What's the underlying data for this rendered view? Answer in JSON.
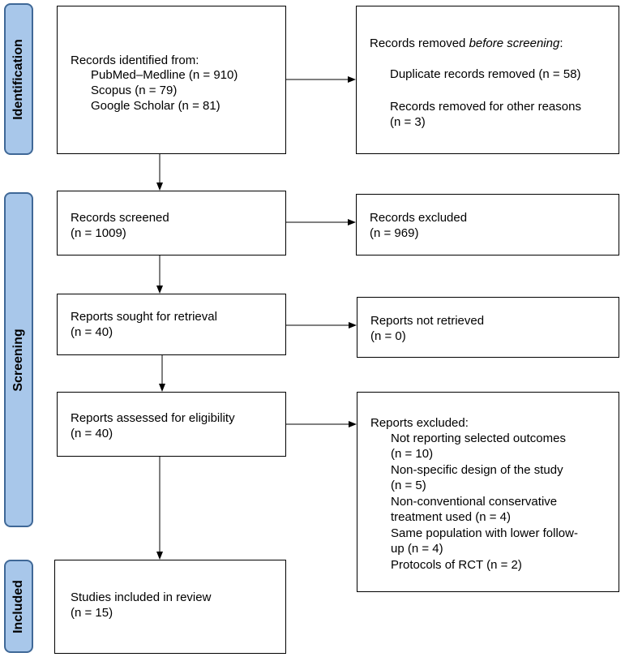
{
  "phases": {
    "identification": "Identification",
    "screening": "Screening",
    "included": "Included"
  },
  "identified": {
    "title": "Records identified from:",
    "sources": [
      "PubMed–Medline (n = 910)",
      "Scopus (n = 79)",
      "Google Scholar (n = 81)"
    ]
  },
  "removed": {
    "title_prefix": "Records removed ",
    "title_emph": "before screening",
    "title_suffix": ":",
    "duplicates": "Duplicate records removed (n = 58)",
    "other_line1": "Records removed for other reasons",
    "other_line2": "(n = 3)"
  },
  "screened": {
    "line1": "Records screened",
    "line2": "(n = 1009)"
  },
  "excluded": {
    "line1": "Records excluded",
    "line2": "(n = 969)"
  },
  "sought": {
    "line1": "Reports sought for retrieval",
    "line2": "(n = 40)"
  },
  "not_retrieved": {
    "line1": "Reports not retrieved",
    "line2": "(n = 0)"
  },
  "assessed": {
    "line1": "Reports assessed for eligibility",
    "line2": "(n = 40)"
  },
  "reports_excluded": {
    "title": "Reports excluded:",
    "reasons": [
      "Not reporting selected outcomes",
      "(n = 10)",
      "Non-specific design of the study",
      "(n = 5)",
      "Non-conventional conservative",
      "treatment used (n = 4)",
      "Same population with lower follow-",
      "up (n = 4)",
      "Protocols of RCT (n = 2)"
    ]
  },
  "included": {
    "line1": "Studies included in review",
    "line2": "(n = 15)"
  }
}
